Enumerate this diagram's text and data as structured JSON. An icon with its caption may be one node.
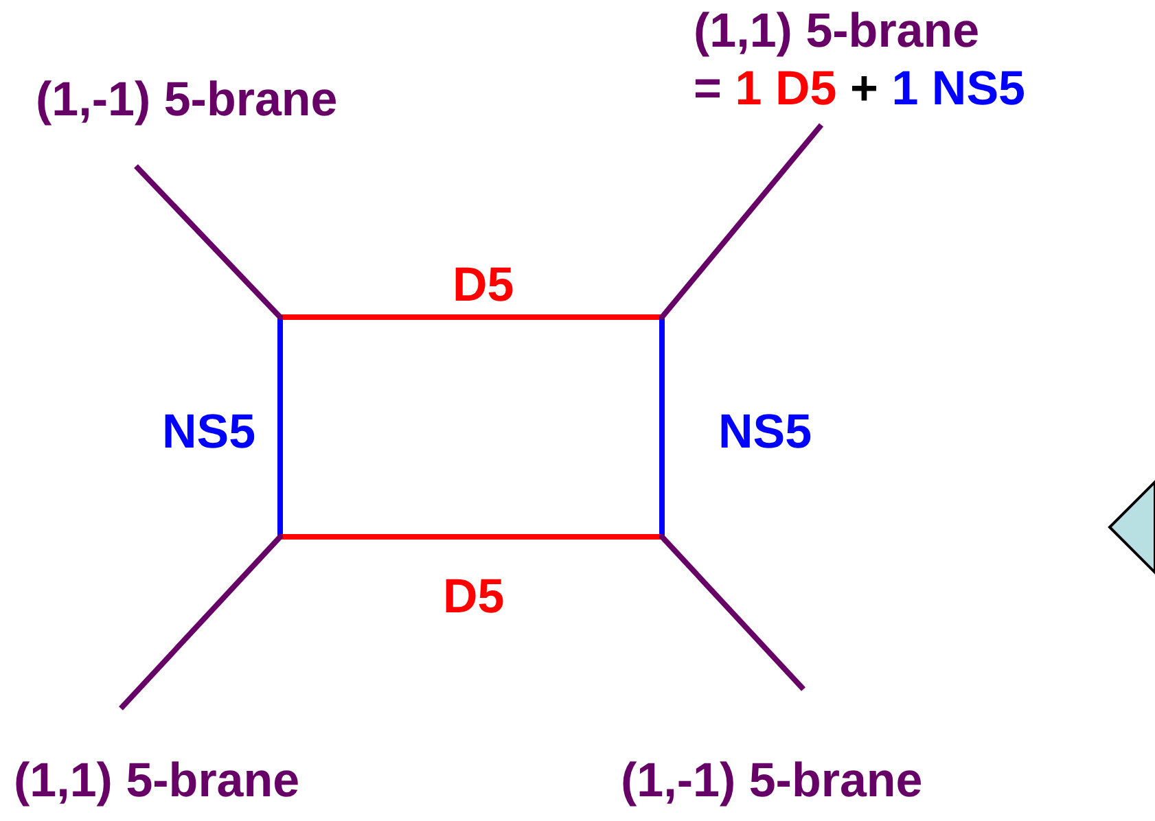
{
  "diagram": {
    "nodes": [
      {
        "text": [
          "(1,-1) 5-brane"
        ]
      },
      {
        "text": [
          "(1,1) 5-brane",
          "=",
          "1 D5",
          "+",
          "1 NS5"
        ]
      },
      {
        "text": [
          "(1,1) 5-brane"
        ]
      },
      {
        "text": [
          "(1,-1) 5-brane"
        ]
      },
      {
        "text": [],
        "shape": "point"
      },
      {
        "text": [],
        "shape": "point"
      },
      {
        "text": [],
        "shape": "point"
      },
      {
        "text": [],
        "shape": "point"
      }
    ],
    "edges": [
      {
        "from": 4,
        "to": 5,
        "arrow": "none",
        "label": "D5",
        "color": "#ff0000"
      },
      {
        "from": 4,
        "to": 6,
        "arrow": "none",
        "label": "NS5",
        "color": "#0000ff"
      },
      {
        "from": 5,
        "to": 7,
        "arrow": "none",
        "label": "NS5",
        "color": "#0000ff"
      },
      {
        "from": 6,
        "to": 7,
        "arrow": "none",
        "label": "D5",
        "color": "#ff0000"
      },
      {
        "from": 4,
        "to": 0,
        "arrow": "none"
      },
      {
        "from": 5,
        "to": 1,
        "arrow": "none"
      },
      {
        "from": 6,
        "to": 2,
        "arrow": "none"
      },
      {
        "from": 7,
        "to": 3,
        "arrow": "none"
      }
    ]
  }
}
